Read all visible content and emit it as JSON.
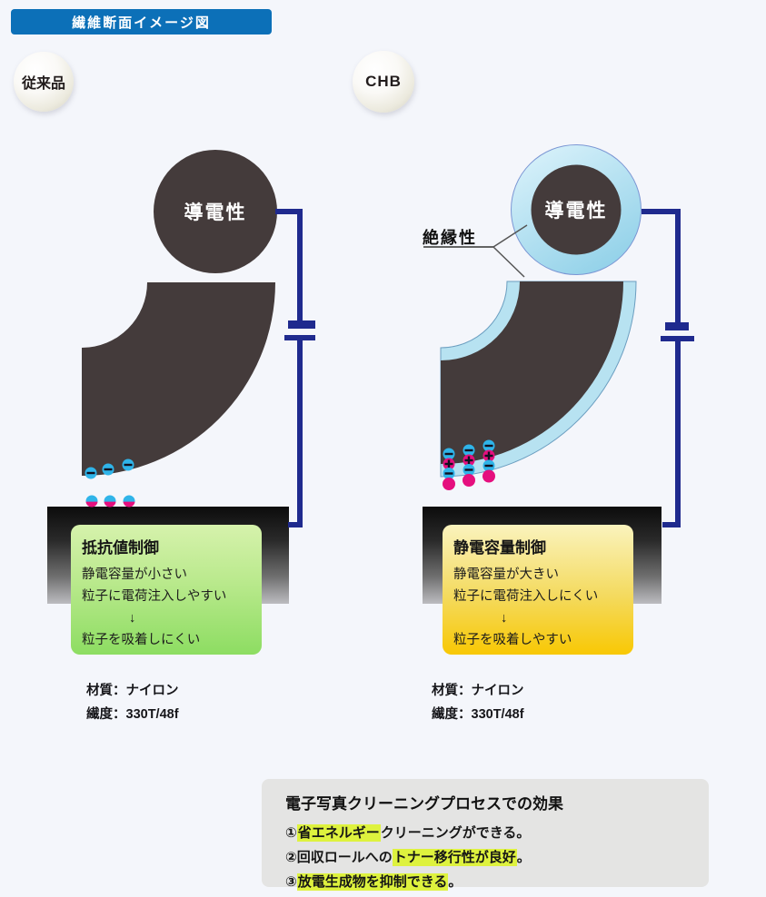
{
  "banner": {
    "title": "繊維断面イメージ図"
  },
  "badges": {
    "left": "従来品",
    "right": "CHB"
  },
  "left_diagram": {
    "core_label": "導電性",
    "box": {
      "title": "抵抗値制御",
      "line1": "静電容量が小さい",
      "line2": "粒子に電荷注入しやすい",
      "arrow": "↓",
      "line3": "粒子を吸着しにくい"
    },
    "material_line1": "材質：ナイロン",
    "material_line2": "繊度：330T/48f"
  },
  "right_diagram": {
    "core_label": "導電性",
    "insulation_label": "絶縁性",
    "box": {
      "title": "静電容量制御",
      "line1": "静電容量が大きい",
      "line2": "粒子に電荷注入しにくい",
      "arrow": "↓",
      "line3": "粒子を吸着しやすい"
    },
    "material_line1": "材質：ナイロン",
    "material_line2": "繊度：330T/48f"
  },
  "effects": {
    "title": "電子写真クリーニングプロセスでの効果",
    "items": [
      {
        "pre": "①",
        "hl": "省エネルギー",
        "post": "クリーニングができる。"
      },
      {
        "pre": "②回収ロールへの",
        "hl": "トナー移行性が良好",
        "post": "。"
      },
      {
        "pre": "③",
        "hl": "放電生成物を抑制できる",
        "post": "。"
      }
    ]
  },
  "colors": {
    "banner_blue": "#0c70b8",
    "circuit_navy": "#1f2a8e",
    "fiber_dark": "#443b3b",
    "insulation_blue": "#b7e2f1",
    "charge_cyan": "#2fb4e9",
    "charge_magenta": "#e50f7e",
    "green_box_top": "#d6f2ac",
    "green_box_bottom": "#8ddd62",
    "yellow_box_top": "#faf3bd",
    "yellow_box_bottom": "#f8c804",
    "highlight": "#def23e",
    "effects_bg": "#e4e4e3",
    "background": "#f4f6fb"
  }
}
